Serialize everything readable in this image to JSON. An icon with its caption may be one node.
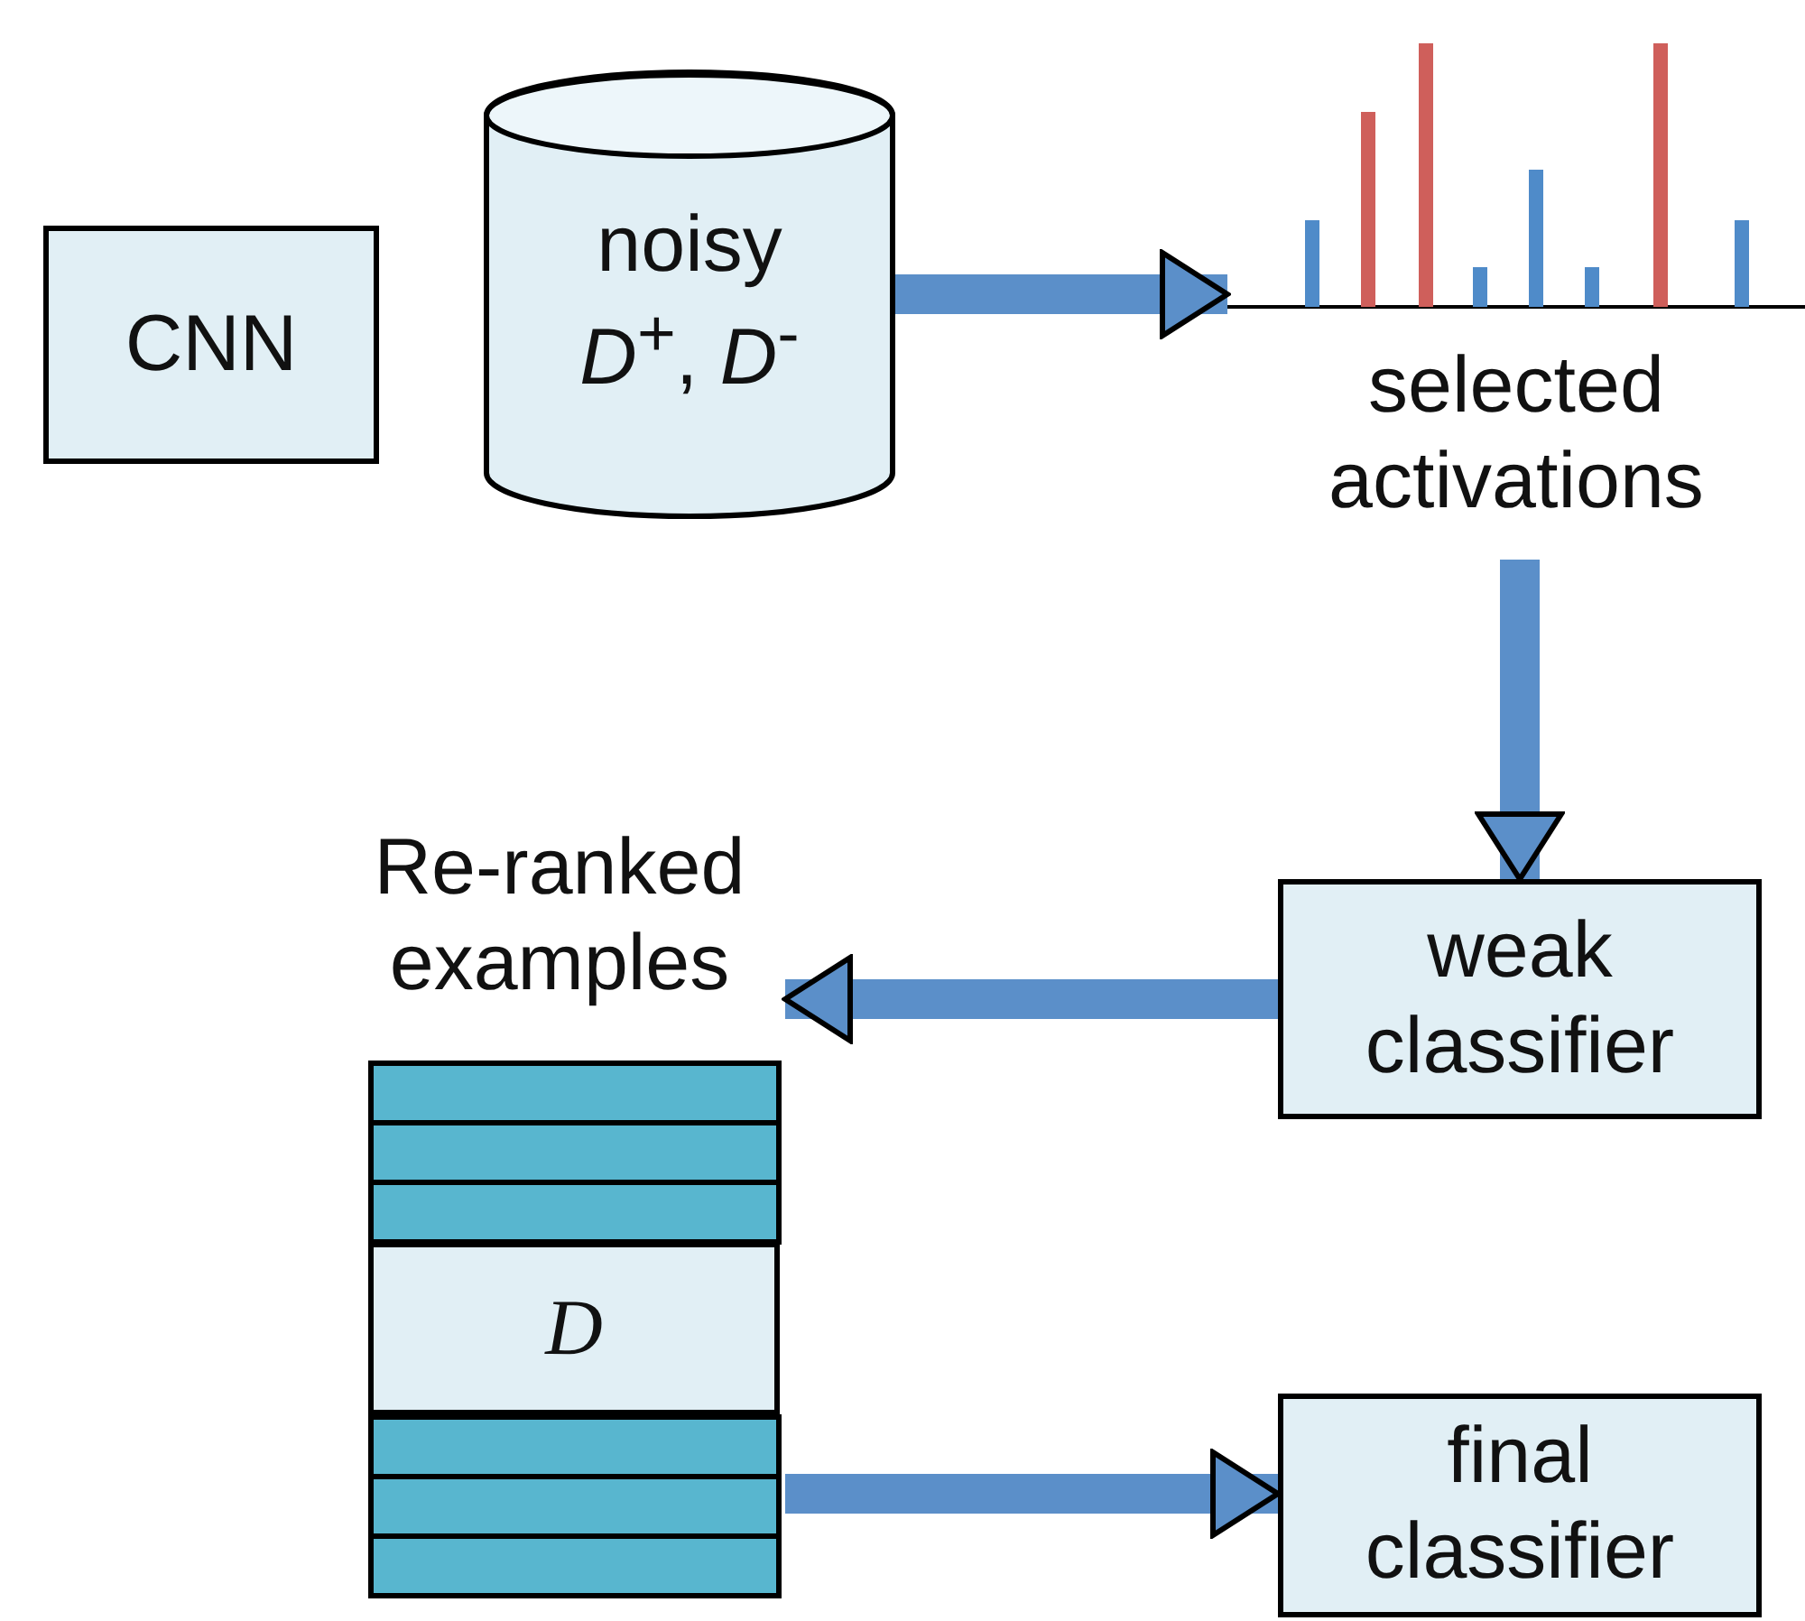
{
  "diagram": {
    "nodes": [
      {
        "text": [
          "CNN"
        ]
      },
      {
        "text": [
          "noisy *D*$^{+}$, *D*$^{-}$"
        ]
      },
      {
        "text": [
          "selected activations"
        ]
      },
      {
        "text": [
          "weak classifier"
        ]
      },
      {
        "text": [
          "Re-ranked examples"
        ]
      },
      {
        "text": [
          "D"
        ],
        "in": 4
      },
      {
        "text": [
          "final classifier"
        ]
      }
    ],
    "edges": [
      {
        "from": 1,
        "to": 2,
        "arrow": "to"
      },
      {
        "from": 2,
        "to": 3,
        "arrow": "to"
      },
      {
        "from": 3,
        "to": 4,
        "arrow": "to"
      },
      {
        "from": 4,
        "to": 6,
        "arrow": "to"
      }
    ]
  }
}
